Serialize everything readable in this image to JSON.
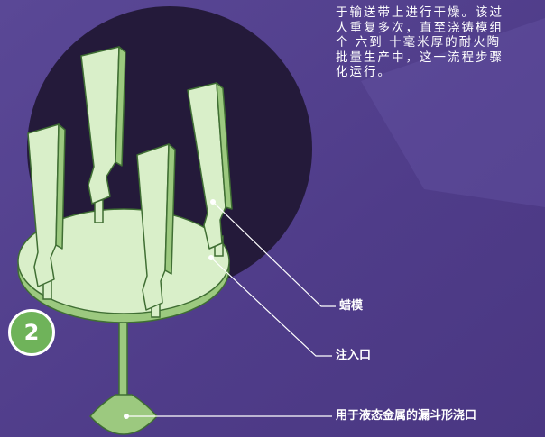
{
  "paragraph_lines": [
    "于输送带上进行干燥。该过",
    "人重复多次，直至浇铸模组",
    "个 六到  十毫米厚的耐火陶",
    "批量生产中，这一流程步骤",
    "化运行。"
  ],
  "step_number": "2",
  "labels": {
    "wax_model": "蜡模",
    "sprue": "注入口",
    "funnel": "用于液态金属的漏斗形浇口"
  },
  "colors": {
    "background": "#523f8c",
    "dark_circle": "#251a3a",
    "wax": "#d9efc9",
    "wax_outline": "#3f6e33",
    "disc_side": "#9cc97f",
    "badge": "#6fb35a",
    "text": "#ffffff"
  }
}
